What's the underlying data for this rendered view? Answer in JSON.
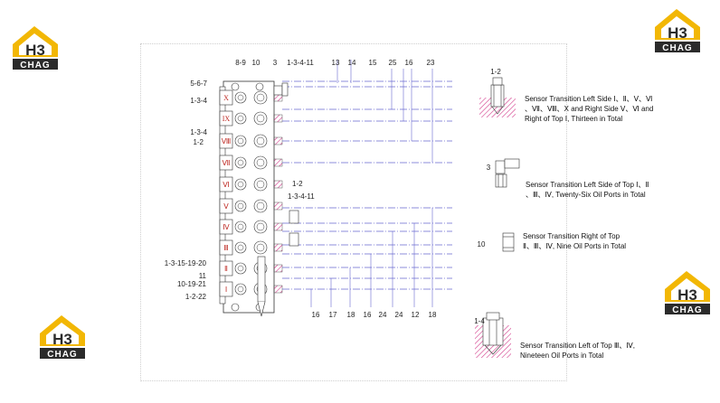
{
  "logos": [
    {
      "id": "top-left",
      "mark": "H3",
      "word": "CHAG"
    },
    {
      "id": "top-right",
      "mark": "H3",
      "word": "CHAG"
    },
    {
      "id": "mid-right",
      "mark": "H3",
      "word": "CHAG"
    },
    {
      "id": "bottom-left",
      "mark": "H3",
      "word": "CHAG"
    }
  ],
  "colors": {
    "logo_yellow": "#f2b705",
    "logo_dark": "#2b2b2b",
    "roman": "#c0302a",
    "leader": "#6a6ad0",
    "hatch": "#d23a8a"
  },
  "top_labels": [
    "8-9",
    "10",
    "3",
    "1-3-4-11",
    "13",
    "14",
    "15",
    "25",
    "16",
    "23"
  ],
  "left_labels": [
    "5-6-7",
    "1-3-4",
    "1-3-4",
    "1-2",
    "1-3-15-19-20",
    "11",
    "10-19-21",
    "1-2-22"
  ],
  "right_labels": [
    "1-2",
    "1-3-4-11"
  ],
  "bottom_labels": [
    "16",
    "17",
    "18",
    "16",
    "24",
    "24",
    "12",
    "18"
  ],
  "sections": [
    "X",
    "IX",
    "Ⅷ",
    "Ⅶ",
    "Ⅵ",
    "Ⅴ",
    "Ⅳ",
    "Ⅲ",
    "Ⅱ",
    "Ⅰ"
  ],
  "legend": [
    {
      "part": "1-2",
      "lines": [
        "Sensor Transition Left Side Ⅰ、Ⅱ、Ⅴ、Ⅵ",
        "、Ⅶ、Ⅷ、Ⅹ and Right Side Ⅴ、Ⅵ and",
        "Right of Top Ⅰ, Thirteen in Total"
      ]
    },
    {
      "part": "3",
      "lines": [
        "Sensor Transition Left Side of Top Ⅰ、Ⅱ",
        "、Ⅲ、Ⅳ, Twenty-Six Oil Ports in Total"
      ]
    },
    {
      "part": "10",
      "lines": [
        "Sensor Transition Right of Top",
        "Ⅱ、Ⅲ、Ⅳ, Nine Oil Ports in Total"
      ]
    },
    {
      "part": "1-4",
      "lines": [
        "Sensor Transition Left of Top Ⅲ、Ⅳ,",
        "Nineteen Oil Ports in Total"
      ]
    }
  ]
}
